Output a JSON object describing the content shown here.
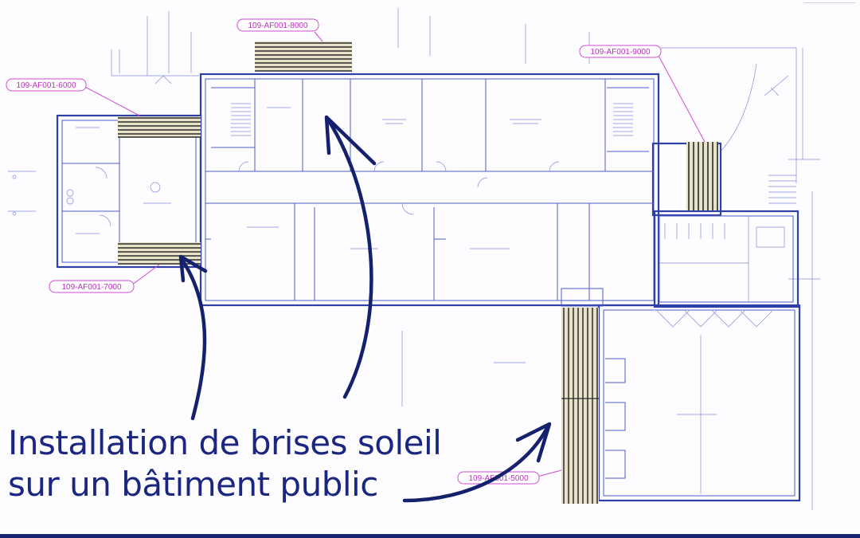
{
  "slide": {
    "caption_line1": "Installation de brises soleil",
    "caption_line2": "sur un bâtiment public"
  },
  "callouts": [
    {
      "id": "6000",
      "label": "109-AF001-6000"
    },
    {
      "id": "8000",
      "label": "109-AF001-8000"
    },
    {
      "id": "9000",
      "label": "109-AF001-9000"
    },
    {
      "id": "7000",
      "label": "109-AF001-7000"
    },
    {
      "id": "5000",
      "label": "109-AF001-5000"
    }
  ],
  "colors": {
    "plan_lines": "#2f3fa8",
    "callout_magenta": "#c02cc0",
    "arrow_navy": "#16216e",
    "louver_dark": "#2b2b2b",
    "louver_light": "#e8e2c8"
  },
  "icons": {
    "louvers": "sun-shade-louver-icon",
    "arrows": "pointer-arrow-icon"
  }
}
